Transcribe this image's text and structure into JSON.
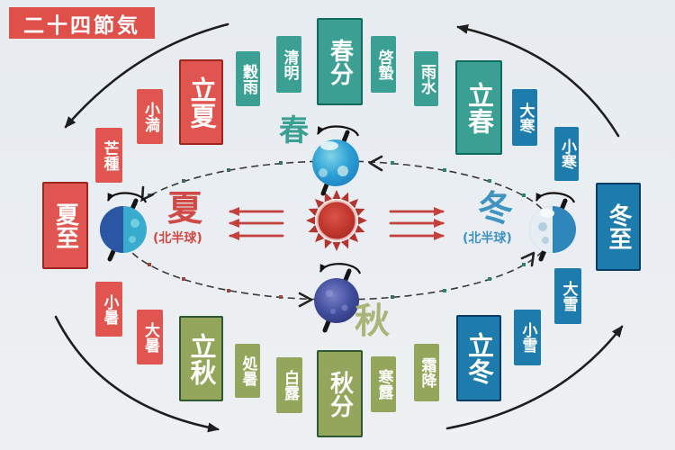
{
  "title": "二十四節気",
  "colors": {
    "spring_box": "#3ba093",
    "summer_box": "#e15550",
    "autumn_box": "#93a65c",
    "winter_box": "#1d7cab",
    "sun": "#cc3a33",
    "sun_arrows": "#c4403c",
    "orbit_line": "#333333",
    "background": "#e9edf1"
  },
  "seasons": {
    "spring": {
      "label": "春"
    },
    "summer": {
      "label": "夏",
      "sub": "(北半球)"
    },
    "autumn": {
      "label": "秋"
    },
    "winter": {
      "label": "冬",
      "sub": "(北半球)"
    }
  },
  "terms": {
    "shunbun": "春分",
    "seimei": "清明",
    "kokuu": "穀雨",
    "keichitsu": "啓蟄",
    "usui": "雨水",
    "risshun": "立春",
    "rikka": "立夏",
    "shoman": "小満",
    "boshu": "芒種",
    "geshi": "夏至",
    "shousho": "小暑",
    "taisho": "大暑",
    "risshu": "立秋",
    "shosho": "処暑",
    "hakuro": "白露",
    "shubun": "秋分",
    "kanro": "寒露",
    "soukou": "霜降",
    "ritto": "立冬",
    "shousetsu": "小雪",
    "taisetsu": "大雪",
    "touji": "冬至",
    "shoukan": "小寒",
    "daikan": "大寒"
  }
}
